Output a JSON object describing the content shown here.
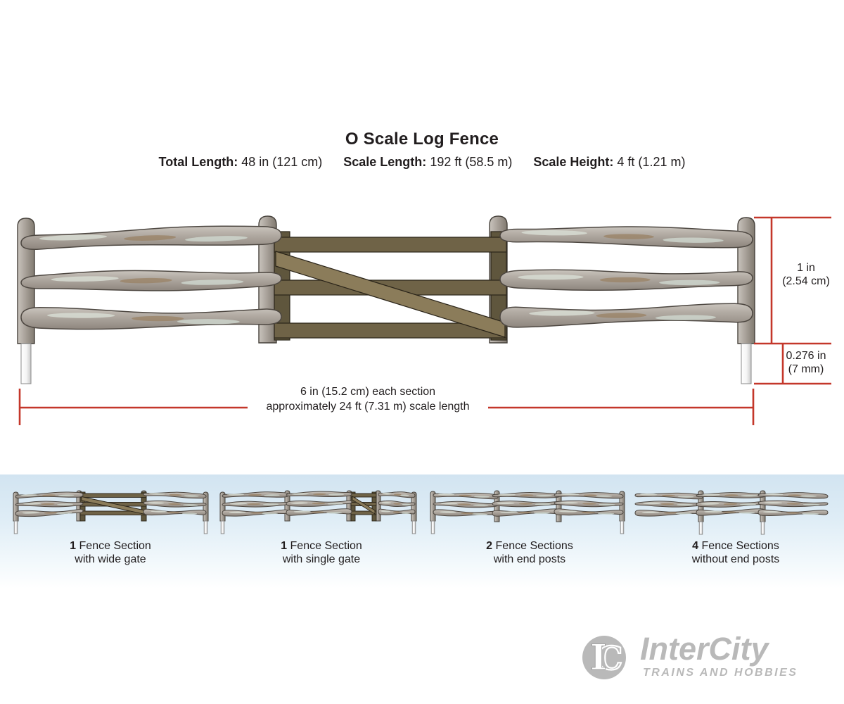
{
  "title": "O Scale Log Fence",
  "specs": [
    {
      "label": "Total Length:",
      "value": "48 in (121 cm)"
    },
    {
      "label": "Scale Length:",
      "value": "192 ft (58.5 m)"
    },
    {
      "label": "Scale Height:",
      "value": "4 ft (1.21 m)"
    }
  ],
  "dimensions": {
    "fence_height": {
      "line1": "1 in",
      "line2": "(2.54 cm)"
    },
    "spike_length": {
      "line1": "0.276 in",
      "line2": "(7 mm)"
    },
    "section_length": {
      "line1": "6 in (15.2 cm) each section",
      "line2": "approximately 24 ft (7.31 m) scale length"
    }
  },
  "variants": [
    {
      "count": "1",
      "noun": "Fence Section",
      "line2": "with wide gate"
    },
    {
      "count": "1",
      "noun": "Fence Section",
      "line2": "with single gate"
    },
    {
      "count": "2",
      "noun": "Fence Sections",
      "line2": "with end posts"
    },
    {
      "count": "4",
      "noun": "Fence Sections",
      "line2": "without end posts"
    }
  ],
  "logo": {
    "monogram_i": "I",
    "monogram_c": "C",
    "name": "InterCity",
    "tagline": "TRAINS AND HOBBIES"
  },
  "colors": {
    "dimension_red": "#c4372a",
    "log_gray": "#b2aba3",
    "gate_brown": "#6f6347",
    "band_blue": "#d2e4f1",
    "logo_gray": "#b9b9b9",
    "text": "#211d1e"
  }
}
